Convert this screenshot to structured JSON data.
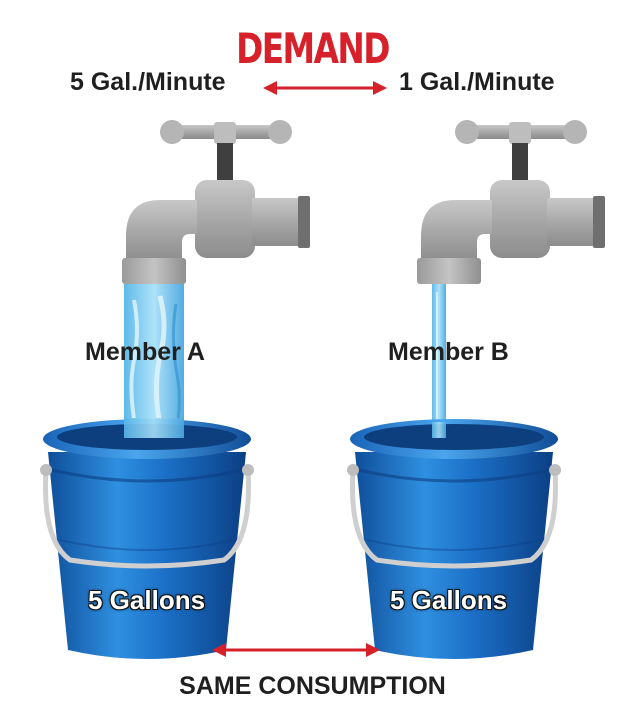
{
  "title": "DEMAND",
  "members": [
    {
      "name": "Member A",
      "rate": "5 Gal./Minute",
      "volume": "5 Gallons"
    },
    {
      "name": "Member B",
      "rate": "1 Gal./Minute",
      "volume": "5 Gallons"
    }
  ],
  "footer": "SAME CONSUMPTION",
  "colors": {
    "title": "#d6202a",
    "arrow": "#d6202a",
    "bucket": "#1f73c9",
    "water": "#6cc4ec",
    "faucet": "#a9a9a9",
    "text": "#1f1f1f"
  },
  "icons": [
    "faucet-icon",
    "water-stream-icon",
    "bucket-icon",
    "double-arrow-icon"
  ]
}
